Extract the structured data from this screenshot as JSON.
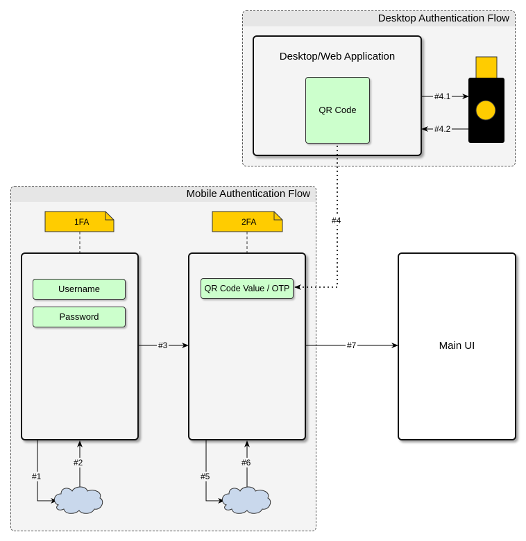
{
  "desktop_flow": {
    "title": "Desktop Authentication Flow",
    "app_title": "Desktop/Web Application",
    "qr_label": "QR Code"
  },
  "mobile_flow": {
    "title": "Mobile Authentication Flow",
    "note_1fa": "1FA",
    "note_2fa": "2FA",
    "username": "Username",
    "password": "Password",
    "qr_value": "QR Code Value / OTP"
  },
  "main_ui": "Main UI",
  "edges": {
    "e1": "#1",
    "e2": "#2",
    "e3": "#3",
    "e4": "#4",
    "e41": "#4.1",
    "e42": "#4.2",
    "e5": "#5",
    "e6": "#6",
    "e7": "#7"
  },
  "colors": {
    "note": "#ffcc00",
    "field": "#ccffcc",
    "key_body": "#000000",
    "key_button": "#ffcc00",
    "cloud": "#c9d8ec"
  },
  "icons": {
    "security_key": "usb-security-key-icon",
    "cloud": "cloud-icon"
  }
}
